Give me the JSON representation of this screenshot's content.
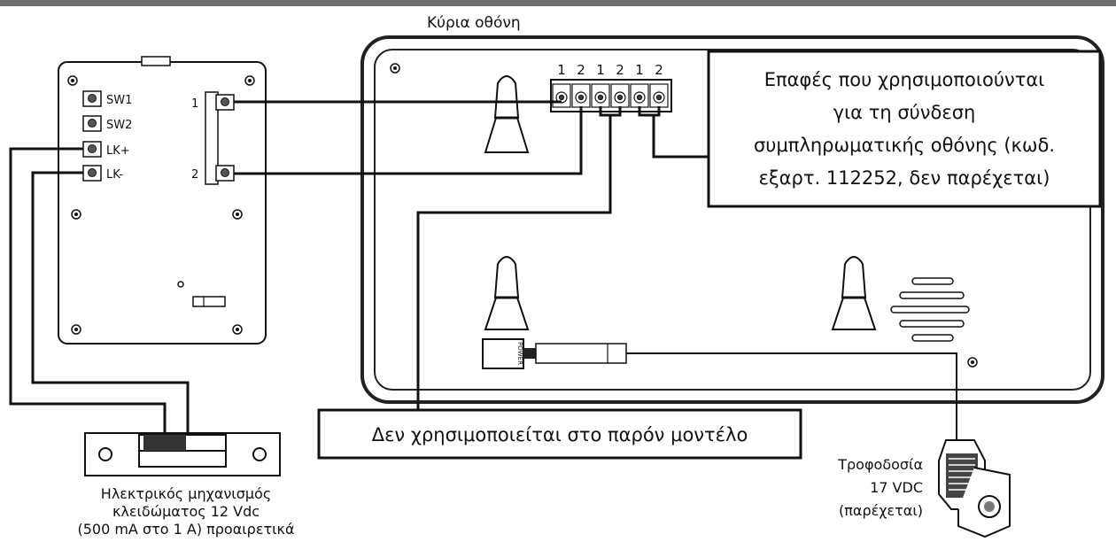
{
  "main_monitor": {
    "title": "Κύρια οθόνη",
    "terminal_numbers": [
      "1",
      "2",
      "1",
      "2",
      "1",
      "2"
    ]
  },
  "door_panel": {
    "left_terminals": [
      "SW1",
      "SW2",
      "LK+",
      "LK-"
    ],
    "right_terminals": [
      "1",
      "2"
    ]
  },
  "callout_contacts": {
    "lines": [
      "Επαφές που χρησιμοποιούνται",
      "για τη σύνδεση",
      "συμπληρωματικής οθόνης (κωδ.",
      "εξαρτ. 112252, δεν παρέχεται)"
    ]
  },
  "callout_unused": {
    "text": "Δεν χρησιμοποιείται στο παρόν μοντέλο"
  },
  "lock": {
    "lines": [
      "Ηλεκτρικός μηχανισμός",
      "κλειδώματος 12 Vdc",
      "(500 mA στο 1 A) προαιρετικά"
    ]
  },
  "power_supply": {
    "lines": [
      "Τροφοδοσία",
      "17 VDC",
      "(παρέχεται)"
    ]
  },
  "power_plug": {
    "label": "POWER"
  },
  "colors": {
    "line": "#111111",
    "panel_fill": "#ffffff",
    "bezel": "#222222"
  }
}
